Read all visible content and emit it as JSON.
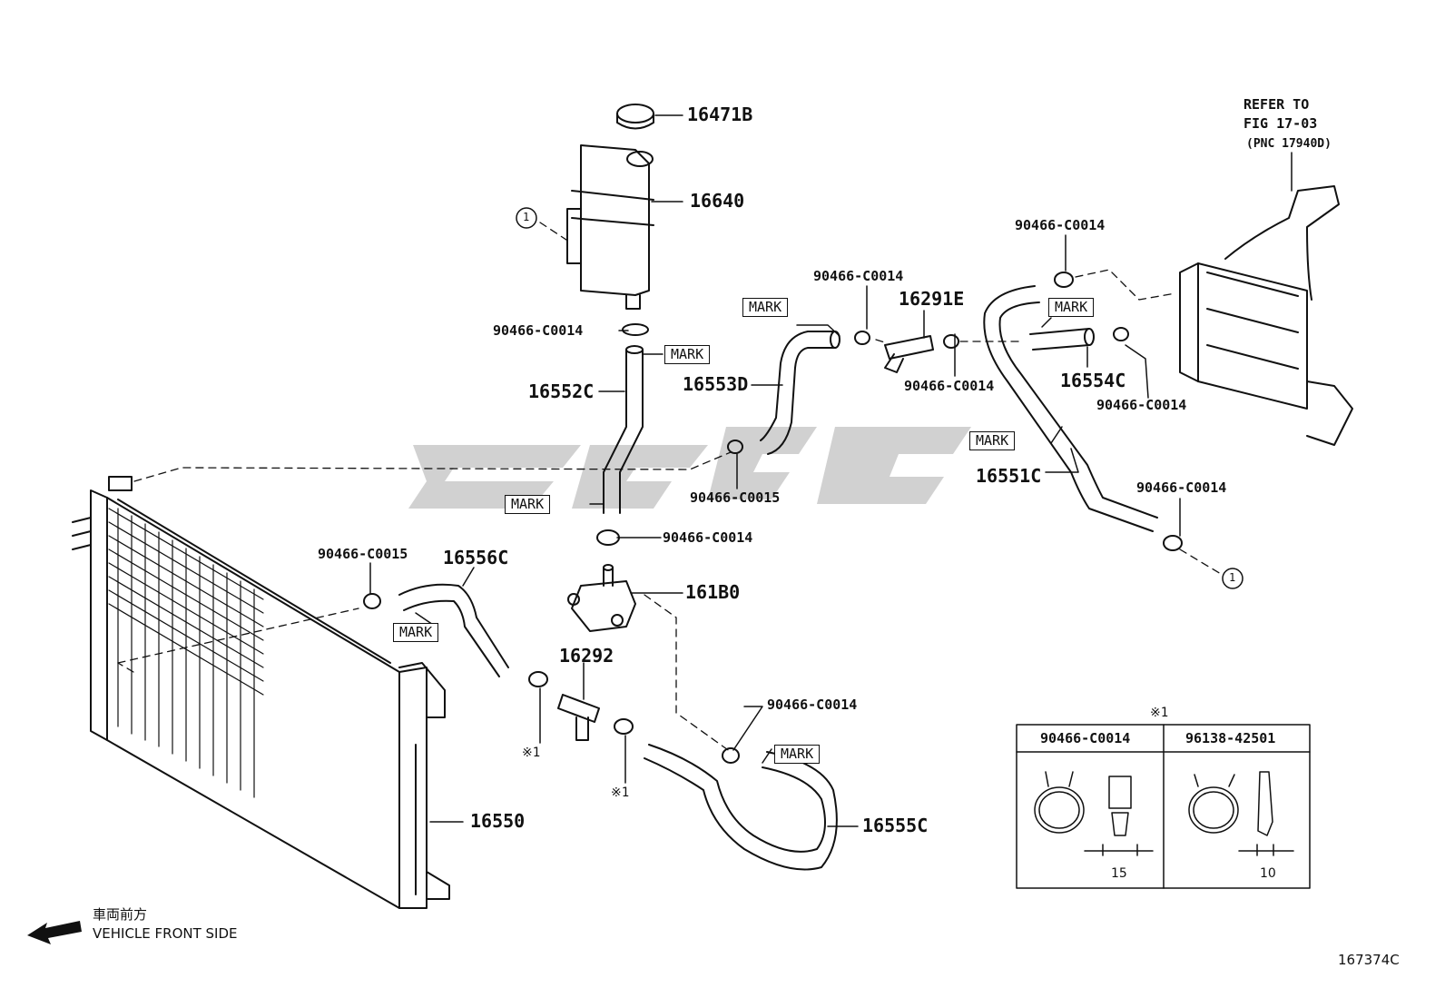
{
  "parts": {
    "p16471B": "16471B",
    "p16640": "16640",
    "p16552C": "16552C",
    "p16553D": "16553D",
    "p16291E": "16291E",
    "p16554C": "16554C",
    "p16551C": "16551C",
    "p161B0": "161B0",
    "p16556C": "16556C",
    "p16292": "16292",
    "p16550": "16550",
    "p16555C": "16555C"
  },
  "clamps": {
    "c0014": "90466-C0014",
    "c0015": "90466-C0015"
  },
  "mark_label": "MARK",
  "ref_note": [
    "REFER TO",
    "FIG 17-03",
    "(PNC 17940D)"
  ],
  "circle_ref": "1",
  "note_ref": "※1",
  "table": {
    "title": "※1",
    "col1": {
      "part": "90466-C0014",
      "dim": "15"
    },
    "col2": {
      "part": "96138-42501",
      "dim": "10"
    }
  },
  "direction": {
    "jp": "車両前方",
    "en": "VEHICLE FRONT SIDE"
  },
  "figure_id": "167374C"
}
